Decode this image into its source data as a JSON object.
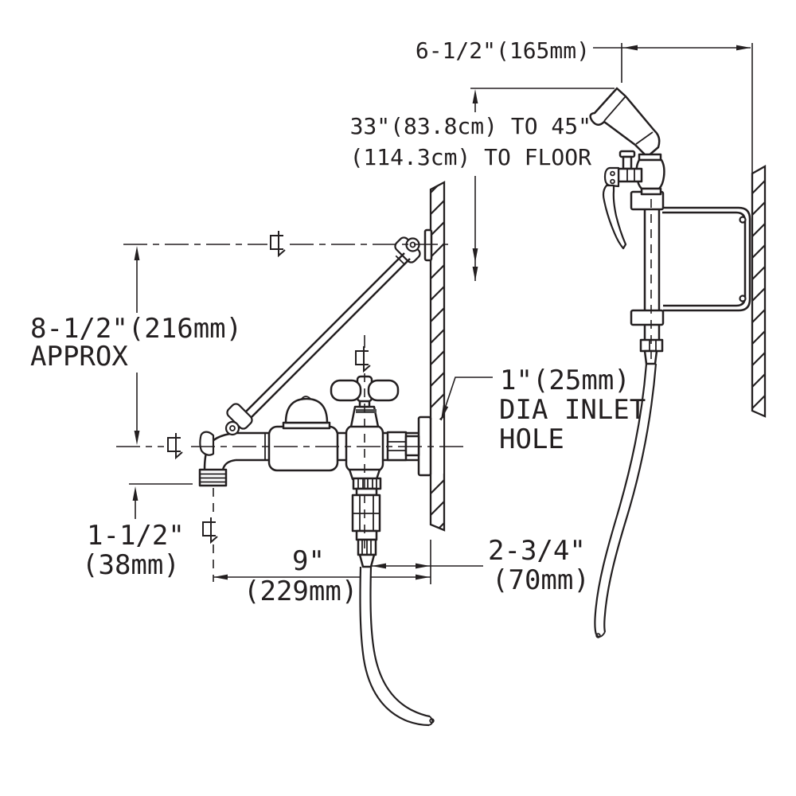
{
  "drawing": {
    "type": "technical-installation-drawing",
    "subject": "wall-mount service faucet with hose spray assembly, front and side views",
    "colors": {
      "line": "#231f20",
      "background": "#ffffff"
    },
    "dimensions": {
      "bracket_offset": {
        "text": "6-1/2\"(165mm)"
      },
      "floor_height": {
        "line1": "33\"(83.8cm) TO 45\"",
        "line2": "(114.3cm) TO FLOOR"
      },
      "brace_height": {
        "line1": "8-1/2\"(216mm)",
        "line2": "APPROX"
      },
      "spout_drop": {
        "line1": "1-1/2\"",
        "line2": "(38mm)"
      },
      "spout_reach": {
        "line1": "9\"",
        "line2": "(229mm)"
      },
      "outlet_offset": {
        "line1": "2-3/4\"",
        "line2": "(70mm)"
      },
      "inlet_hole": {
        "line1": "1\"(25mm)",
        "line2": "DIA INLET",
        "line3": "HOLE"
      }
    }
  }
}
